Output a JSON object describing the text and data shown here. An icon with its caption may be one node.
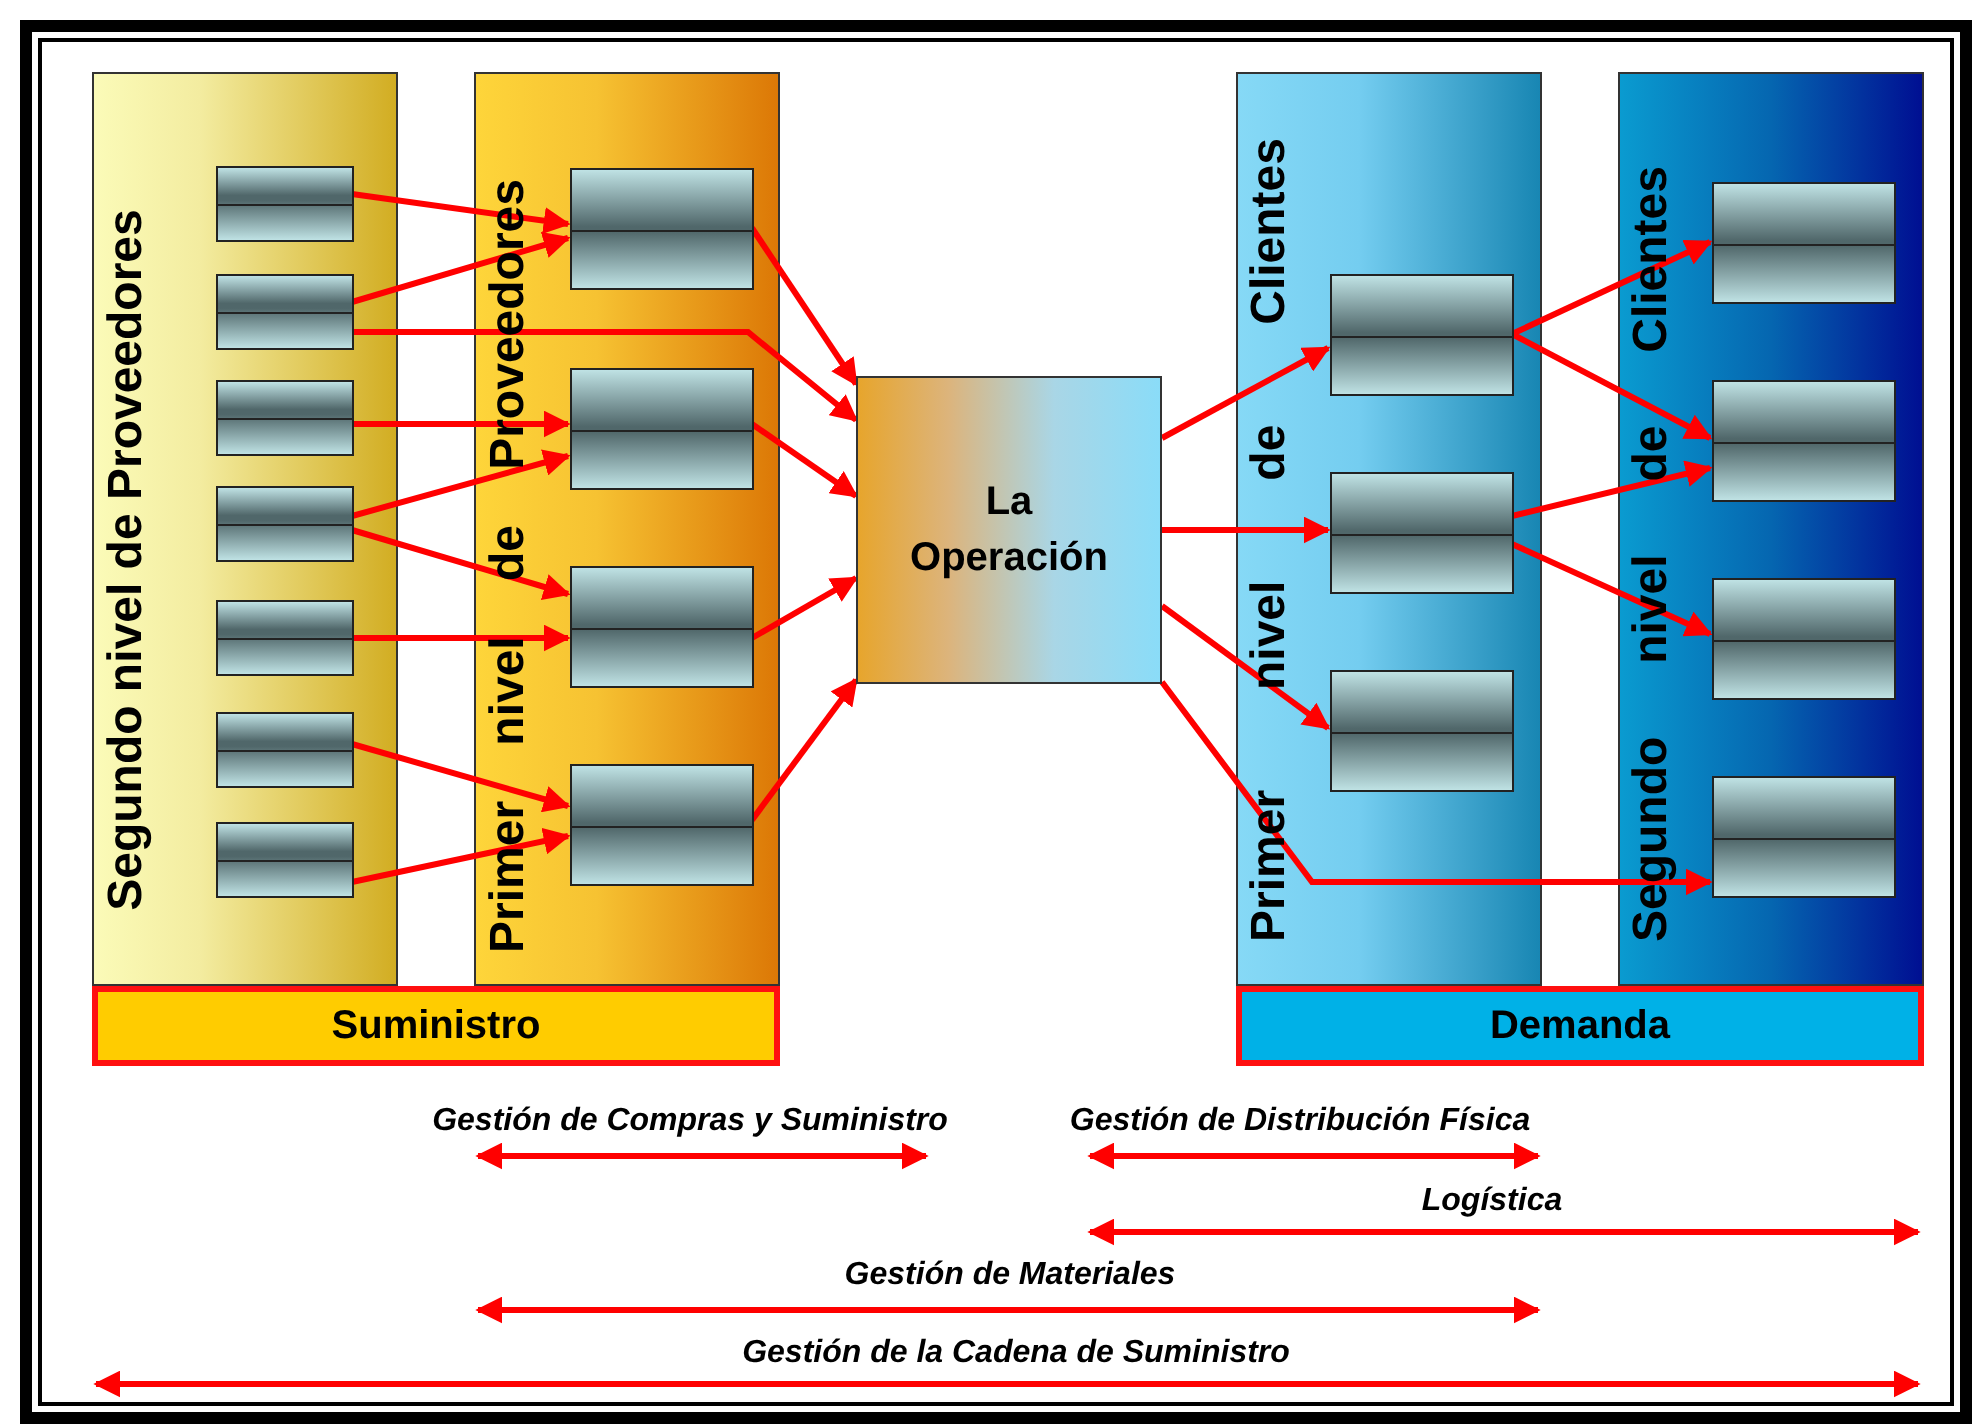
{
  "diagram": {
    "nodes": [
      {
        "text": [
          "Segundo nivel de Proveedores"
        ]
      },
      {
        "text": [],
        "shape": "box",
        "in": 0
      },
      {
        "text": [],
        "shape": "box",
        "in": 0
      },
      {
        "text": [],
        "shape": "box",
        "in": 0
      },
      {
        "text": [],
        "shape": "box",
        "in": 0
      },
      {
        "text": [],
        "shape": "box",
        "in": 0
      },
      {
        "text": [],
        "shape": "box",
        "in": 0
      },
      {
        "text": [],
        "shape": "box",
        "in": 0
      },
      {
        "text": [
          "Primer nivel de Proveedores"
        ]
      },
      {
        "text": [],
        "shape": "box",
        "in": 8
      },
      {
        "text": [],
        "shape": "box",
        "in": 8
      },
      {
        "text": [],
        "shape": "box",
        "in": 8
      },
      {
        "text": [],
        "shape": "box",
        "in": 8
      },
      {
        "text": [
          "La Operación"
        ]
      },
      {
        "text": [
          "Primer nivel de Clientes"
        ]
      },
      {
        "text": [],
        "shape": "box",
        "in": 14
      },
      {
        "text": [],
        "shape": "box",
        "in": 14
      },
      {
        "text": [],
        "shape": "box",
        "in": 14
      },
      {
        "text": [
          "Segundo nivel de Clientes"
        ]
      },
      {
        "text": [],
        "shape": "box",
        "in": 18
      },
      {
        "text": [],
        "shape": "box",
        "in": 18
      },
      {
        "text": [],
        "shape": "box",
        "in": 18
      },
      {
        "text": [],
        "shape": "box",
        "in": 18
      },
      {
        "text": [
          "Suministro"
        ]
      },
      {
        "text": [
          "Demanda"
        ]
      }
    ],
    "edges": [
      {
        "from": 1,
        "to": 9,
        "arrow": "to"
      },
      {
        "from": 2,
        "to": 9,
        "arrow": "to"
      },
      {
        "from": 2,
        "to": 13,
        "arrow": "to"
      },
      {
        "from": 3,
        "to": 10,
        "arrow": "to"
      },
      {
        "from": 4,
        "to": 10,
        "arrow": "to"
      },
      {
        "from": 4,
        "to": 11,
        "arrow": "to"
      },
      {
        "from": 5,
        "to": 11,
        "arrow": "to"
      },
      {
        "from": 6,
        "to": 12,
        "arrow": "to"
      },
      {
        "from": 7,
        "to": 12,
        "arrow": "to"
      },
      {
        "from": 9,
        "to": 13,
        "arrow": "to"
      },
      {
        "from": 10,
        "to": 13,
        "arrow": "to"
      },
      {
        "from": 11,
        "to": 13,
        "arrow": "to"
      },
      {
        "from": 12,
        "to": 13,
        "arrow": "to"
      },
      {
        "from": 13,
        "to": 15,
        "arrow": "to"
      },
      {
        "from": 13,
        "to": 16,
        "arrow": "to"
      },
      {
        "from": 13,
        "to": 17,
        "arrow": "to"
      },
      {
        "from": 13,
        "to": 22,
        "arrow": "to"
      },
      {
        "from": 15,
        "to": 19,
        "arrow": "to"
      },
      {
        "from": 15,
        "to": 20,
        "arrow": "to"
      },
      {
        "from": 16,
        "to": 20,
        "arrow": "to"
      },
      {
        "from": 16,
        "to": 21,
        "arrow": "to"
      }
    ],
    "labels": [
      "Gestión de Compras y Suministro",
      "Gestión de Distribución Física",
      "Logística",
      "Gestión de Materiales",
      "Gestión de la Cadena de Suministro"
    ]
  }
}
